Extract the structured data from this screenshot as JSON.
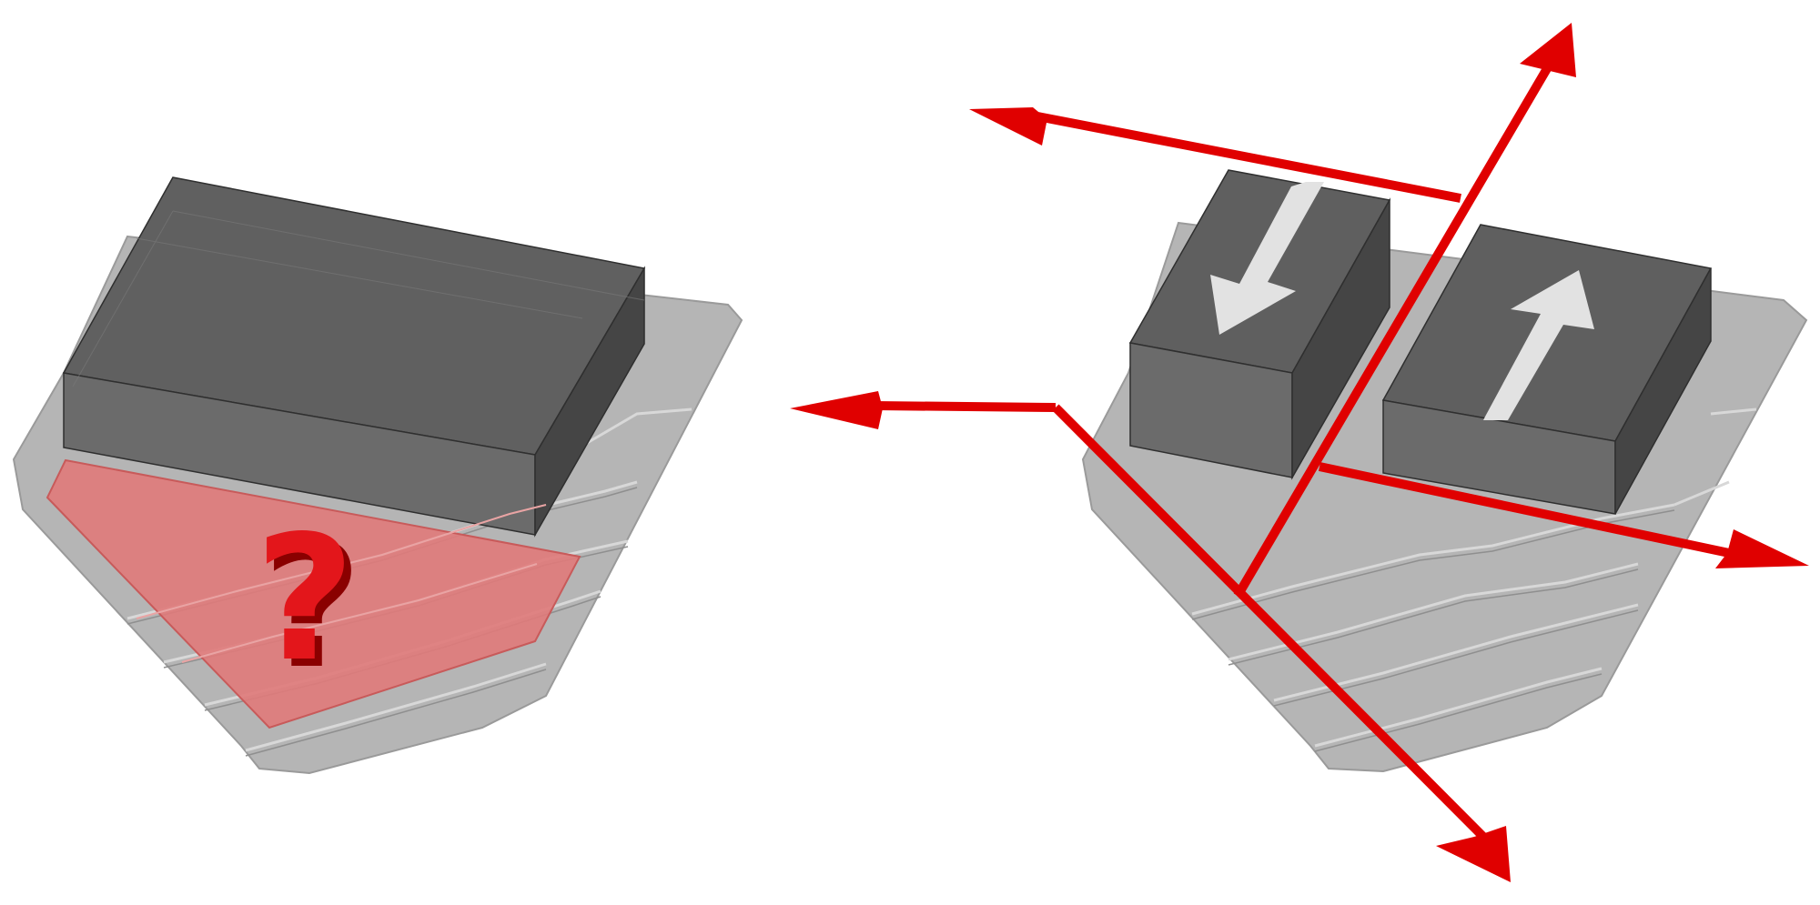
{
  "diagram": {
    "left_panel": {
      "name": "single-block-uncertain-site",
      "question_mark": "?",
      "colors": {
        "terrain": "#b5b5b5",
        "block_top": "#606060",
        "block_front": "#6b6b6b",
        "block_side": "#454545",
        "highlight_area": "#e07a7a",
        "question_mark": "#e3161b"
      }
    },
    "right_panel": {
      "name": "split-blocks-with-circulation-axes",
      "arrow_color": "#e00000",
      "block_arrow_color": "#e2e2e2",
      "block_arrows": [
        "down-arrow",
        "up-arrow"
      ],
      "axis_arrows": [
        "north-axis-arrow",
        "west-upper-arrow",
        "west-lower-arrow",
        "east-arrow",
        "south-arrow"
      ]
    }
  }
}
